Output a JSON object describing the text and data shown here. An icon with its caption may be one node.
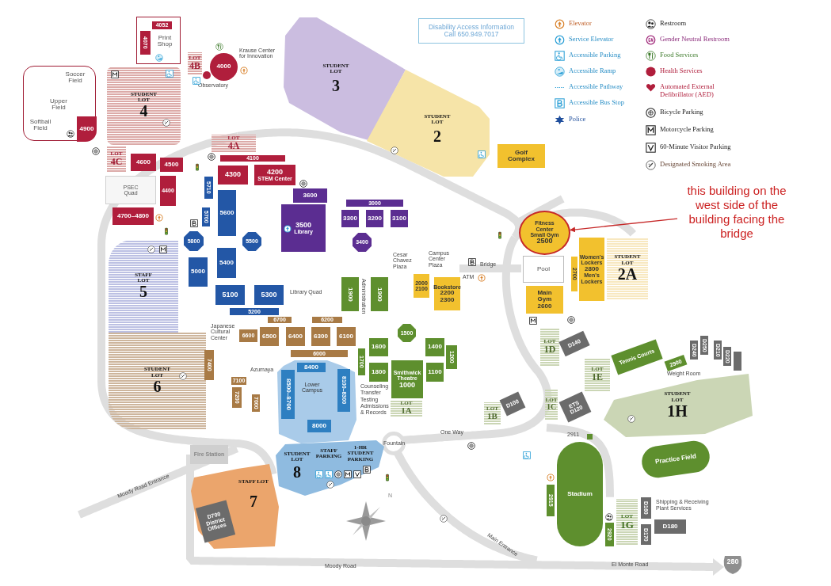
{
  "diagram": {
    "nodes": [
      {
        "text": [
          "Print Shop"
        ]
      },
      {
        "text": [
          "4052"
        ],
        "in": 0
      },
      {
        "text": [
          "4070"
        ],
        "in": 0
      },
      {
        "text": [
          "Soccer Field",
          "Upper Field",
          "Softball Field"
        ]
      },
      {
        "text": [
          "4900"
        ],
        "in": 3
      },
      {
        "text": [
          "STUDENT LOT",
          "4"
        ]
      },
      {
        "text": [
          "LOT",
          "4B"
        ]
      },
      {
        "text": [
          "4000"
        ],
        "beside": [
          "Krause Center for Innovation"
        ]
      },
      {
        "text": [],
        "shape": "circle",
        "beside": [
          "Observatory"
        ]
      },
      {
        "text": [
          "STUDENT LOT",
          "3"
        ]
      },
      {
        "text": [
          "STUDENT LOT",
          "2"
        ]
      },
      {
        "text": [
          "Golf Complex"
        ]
      },
      {
        "text": [
          "LOT",
          "4A"
        ]
      },
      {
        "text": [
          "4100"
        ]
      },
      {
        "text": [
          "LOT",
          "4C"
        ]
      },
      {
        "text": [
          "4600"
        ]
      },
      {
        "text": [
          "4500"
        ]
      },
      {
        "text": [
          "4300"
        ]
      },
      {
        "text": [
          "4200",
          "STEM Center"
        ]
      },
      {
        "text": [
          "PSEC Quad"
        ]
      },
      {
        "text": [
          "4400"
        ]
      },
      {
        "text": [
          "4700–4800"
        ]
      },
      {
        "text": [
          "5710"
        ]
      },
      {
        "text": [
          "5700"
        ]
      },
      {
        "text": [
          "5600"
        ]
      },
      {
        "text": [
          "3600"
        ]
      },
      {
        "text": [
          "3500",
          "Library"
        ]
      },
      {
        "text": [
          "3000"
        ]
      },
      {
        "text": [
          "3300"
        ]
      },
      {
        "text": [
          "3200"
        ]
      },
      {
        "text": [
          "3100"
        ]
      },
      {
        "text": [
          "3400"
        ]
      },
      {
        "text": [
          "5800"
        ]
      },
      {
        "text": [
          "5500"
        ]
      },
      {
        "text": [
          "5400"
        ]
      },
      {
        "text": [
          "5000"
        ]
      },
      {
        "text": [
          "STAFF LOT",
          "5"
        ]
      },
      {
        "text": [
          "5100"
        ]
      },
      {
        "text": [
          "5300"
        ]
      },
      {
        "text": [
          "5200"
        ]
      },
      {
        "text": [
          "6700"
        ]
      },
      {
        "text": [
          "6200"
        ]
      },
      {
        "text": [
          "6600"
        ],
        "beside": [
          "Japanese Cultural Center"
        ]
      },
      {
        "text": [
          "6500"
        ]
      },
      {
        "text": [
          "6400"
        ]
      },
      {
        "text": [
          "6300"
        ]
      },
      {
        "text": [
          "6100"
        ]
      },
      {
        "text": [
          "6000"
        ]
      },
      {
        "text": [
          "1900"
        ]
      },
      {
        "text": [
          "1900"
        ]
      },
      {
        "text": [
          "2000",
          "2100"
        ]
      },
      {
        "text": [
          "Bookstore",
          "2200",
          "2300"
        ]
      },
      {
        "text": [
          "Fitness Center",
          "Small Gym",
          "2500"
        ]
      },
      {
        "text": [
          "Pool"
        ]
      },
      {
        "text": [
          "2700"
        ]
      },
      {
        "text": [
          "Women's Lockers",
          "2800",
          "Men's Lockers"
        ]
      },
      {
        "text": [
          "STUDENT LOT",
          "2A"
        ]
      },
      {
        "text": [
          "Main Gym 2600"
        ]
      },
      {
        "text": [
          "1500"
        ]
      },
      {
        "text": [
          "1600"
        ]
      },
      {
        "text": [
          "1400"
        ]
      },
      {
        "text": [
          "1200"
        ]
      },
      {
        "text": [
          "1700"
        ]
      },
      {
        "text": [
          "1800"
        ]
      },
      {
        "text": [
          "Smithwick Theatre",
          "1000"
        ]
      },
      {
        "text": [
          "1100"
        ]
      },
      {
        "text": [
          "LOT",
          "1A"
        ]
      },
      {
        "text": [
          "STUDENT LOT",
          "6"
        ]
      },
      {
        "text": [
          "7400"
        ]
      },
      {
        "text": [
          "7100"
        ]
      },
      {
        "text": [
          "7200"
        ]
      },
      {
        "text": [
          "7000"
        ]
      },
      {
        "text": [
          "Lower Campus"
        ]
      },
      {
        "text": [
          "8400"
        ],
        "in": 72
      },
      {
        "text": [
          "8500–8700"
        ],
        "in": 72
      },
      {
        "text": [
          "8100–8300"
        ],
        "in": 72,
        "beside": [
          "Counseling",
          "Transfer",
          "Testing",
          "Admissions & Records"
        ]
      },
      {
        "text": [
          "8000"
        ],
        "in": 72
      },
      {
        "text": [
          "STUDENT LOT",
          "8",
          "STAFF PARKING",
          "1-HR STUDENT PARKING"
        ]
      },
      {
        "text": [
          "Fire Station"
        ]
      },
      {
        "text": [
          "STAFF LOT",
          "7"
        ]
      },
      {
        "text": [
          "D700",
          "District Offices"
        ],
        "in": 79
      },
      {
        "text": [
          "LOT",
          "1B"
        ]
      },
      {
        "text": [
          "D100"
        ]
      },
      {
        "text": [
          "LOT",
          "1D"
        ]
      },
      {
        "text": [
          "D140"
        ]
      },
      {
        "text": [
          "Tennis Courts"
        ]
      },
      {
        "text": [
          "2900"
        ],
        "beside": [
          "Weight Room"
        ]
      },
      {
        "text": [
          "LOT",
          "1E"
        ]
      },
      {
        "text": [
          "LOT",
          "1C"
        ]
      },
      {
        "text": [
          "ETS",
          "D120"
        ]
      },
      {
        "text": [
          "D240"
        ]
      },
      {
        "text": [
          "D250"
        ]
      },
      {
        "text": [
          "D210"
        ]
      },
      {
        "text": [
          "D220"
        ]
      },
      {
        "text": [
          "STUDENT LOT",
          "1H"
        ]
      },
      {
        "text": [
          "Practice Field"
        ]
      },
      {
        "text": [],
        "shape": "box",
        "beside": [
          "2911"
        ]
      },
      {
        "text": [
          "Stadium"
        ]
      },
      {
        "text": [
          "2915"
        ]
      },
      {
        "text": [
          "2920"
        ]
      },
      {
        "text": [
          "LOT",
          "1G"
        ]
      },
      {
        "text": [
          "D160"
        ]
      },
      {
        "text": [
          "D170"
        ]
      },
      {
        "text": [
          "D180"
        ],
        "beside": [
          "Shipping & Receiving",
          "Plant Services"
        ]
      },
      {
        "text": [
          "Disability Access Information",
          "Call 650.949.7017"
        ]
      },
      {
        "text": [
          "this building on the west side of the building facing the bridge"
        ]
      },
      {
        "text": [],
        "shape": "box"
      }
    ],
    "edges": [
      {
        "from": 105,
        "to": 52,
        "arrow": "to",
        "color": "#c62828"
      }
    ],
    "labels": [
      "Cesar Chavez Plaza",
      "Campus Center Plaza",
      "ATM",
      "Bridge",
      "Library Quad",
      "Administration",
      "Azumaya",
      "Fountain",
      "One Way",
      "Moody Road Entrance",
      "N",
      "Moody Road",
      "Main Entrance",
      "El Monte Road",
      "280"
    ],
    "legend": [
      {
        "text": "Elevator"
      },
      {
        "text": "Service Elevator"
      },
      {
        "text": "Accessible Parking"
      },
      {
        "text": "Accessible Ramp"
      },
      {
        "text": "Accessible Pathway"
      },
      {
        "text": "Accessible Bus Stop"
      },
      {
        "text": "Police"
      },
      {
        "text": "Restroom"
      },
      {
        "text": "Gender Neutral Restroom"
      },
      {
        "text": "Food Services"
      },
      {
        "text": "Health Services",
        "color": "#b01e3c"
      },
      {
        "text": "Automated External Defibrillator (AED)"
      },
      {
        "text": "Bicycle Parking"
      },
      {
        "text": "Motorcycle Parking"
      },
      {
        "text": "60-Minute Visitor Parking"
      },
      {
        "text": "Designated Smoking Area"
      }
    ]
  }
}
